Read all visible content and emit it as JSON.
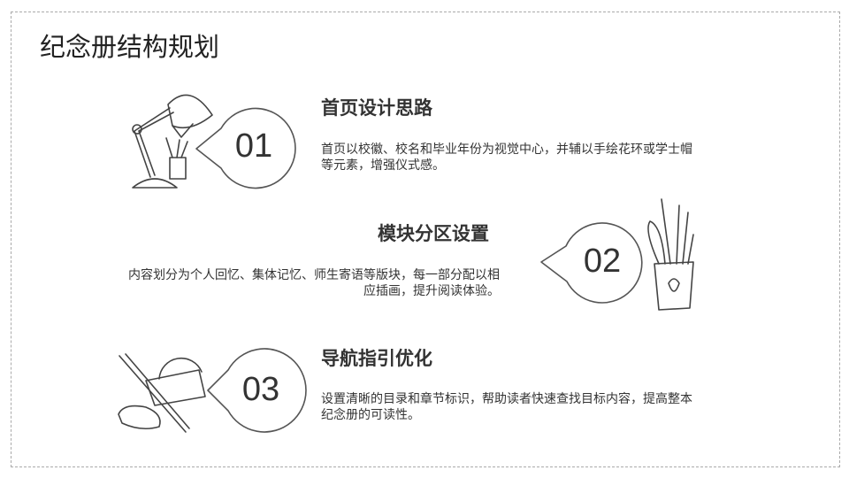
{
  "title": "纪念册结构规划",
  "sections": [
    {
      "number": "01",
      "heading": "首页设计思路",
      "text": "首页以校徽、校名和毕业年份为视觉中心，并辅以手绘花环或学士帽等元素，增强仪式感。",
      "icon": "desk-lamp-icon"
    },
    {
      "number": "02",
      "heading": "模块分区设置",
      "text": "内容划分为个人回忆、集体记忆、师生寄语等版块，每一部分配以相应插画，提升阅读体验。",
      "icon": "brush-cup-icon"
    },
    {
      "number": "03",
      "heading": "导航指引优化",
      "text": "设置清晰的目录和章节标识，帮助读者快速查找目标内容，提高整本纪念册的可读性。",
      "icon": "ruler-pencil-icon"
    }
  ]
}
